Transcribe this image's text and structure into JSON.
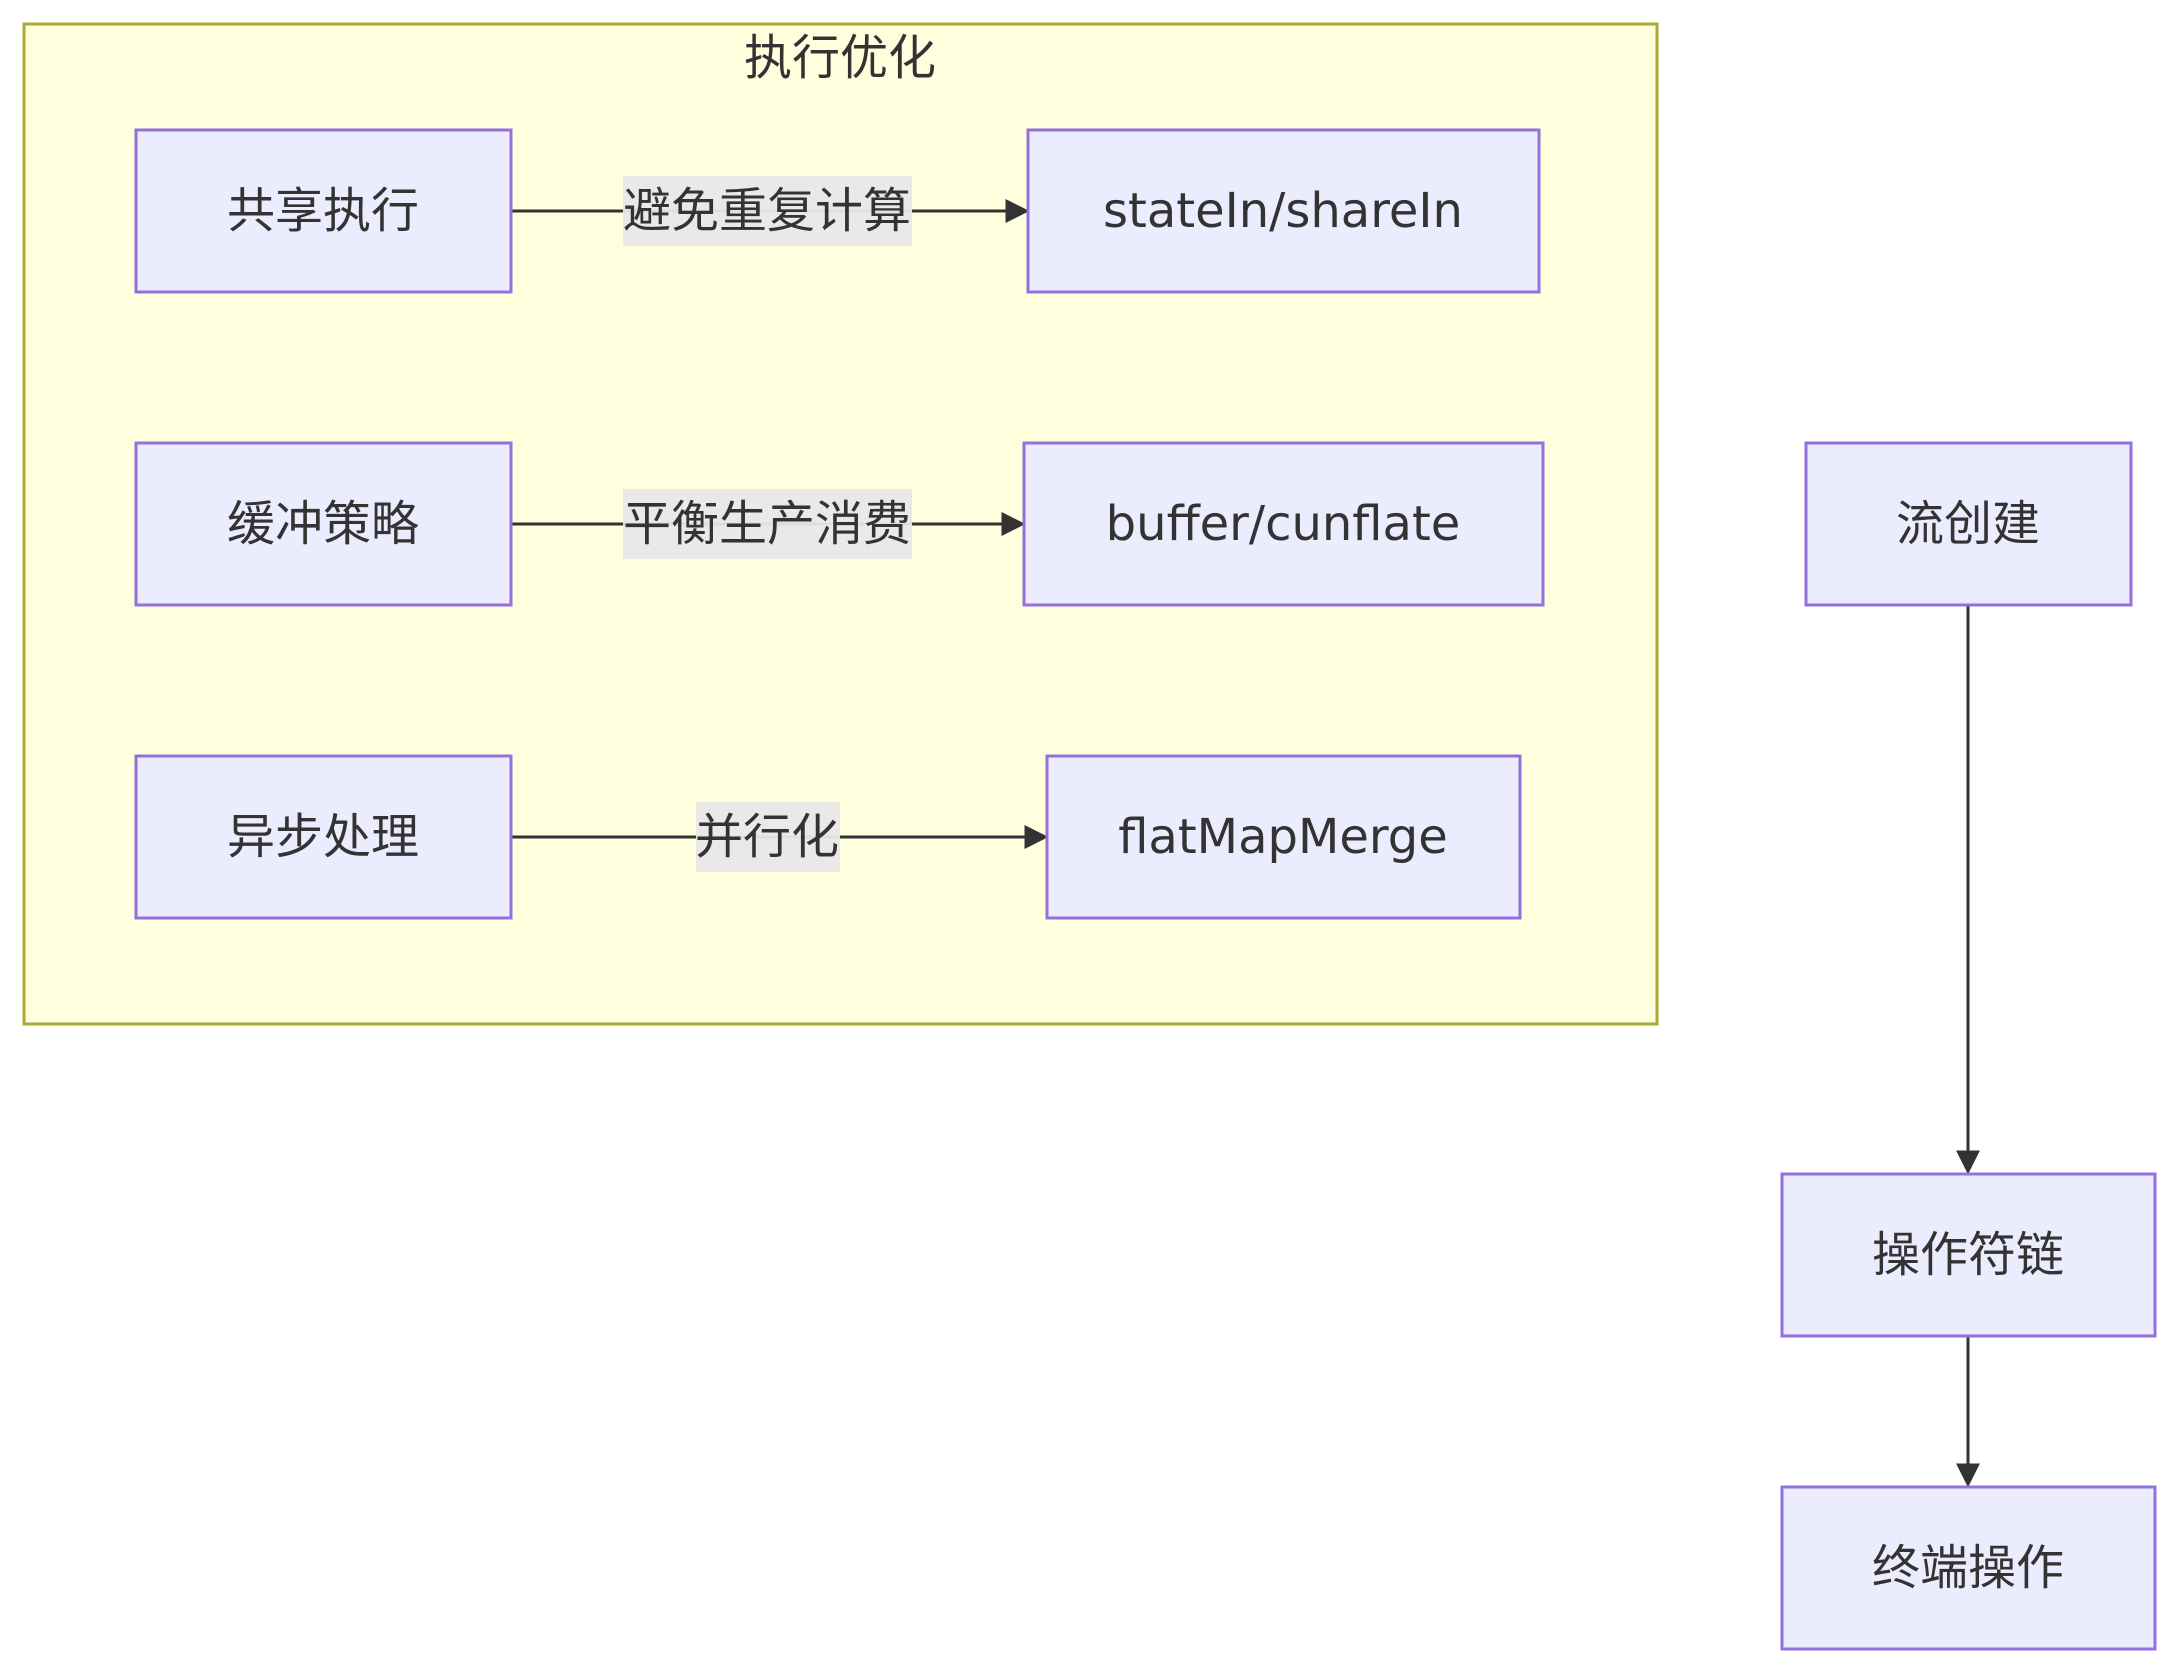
{
  "cluster": {
    "title": "执行优化"
  },
  "nodes": {
    "share_exec": "共享执行",
    "statein": "stateIn/shareIn",
    "buffer_strategy": "缓冲策略",
    "buffer": "buffer/cunflate",
    "async_proc": "异步处理",
    "flatmap": "flatMapMerge",
    "flow_create": "流创建",
    "operator_chain": "操作符链",
    "terminal_op": "终端操作"
  },
  "edges": {
    "avoid_recompute": "避免重复计算",
    "balance": "平衡生产消费",
    "parallel": "并行化"
  },
  "colors": {
    "node_fill": "#ececff",
    "node_stroke": "#9370db",
    "cluster_fill": "#ffffde",
    "cluster_stroke": "#aaaa33",
    "edge": "#333333",
    "label_bg": "#e8e8e8"
  }
}
